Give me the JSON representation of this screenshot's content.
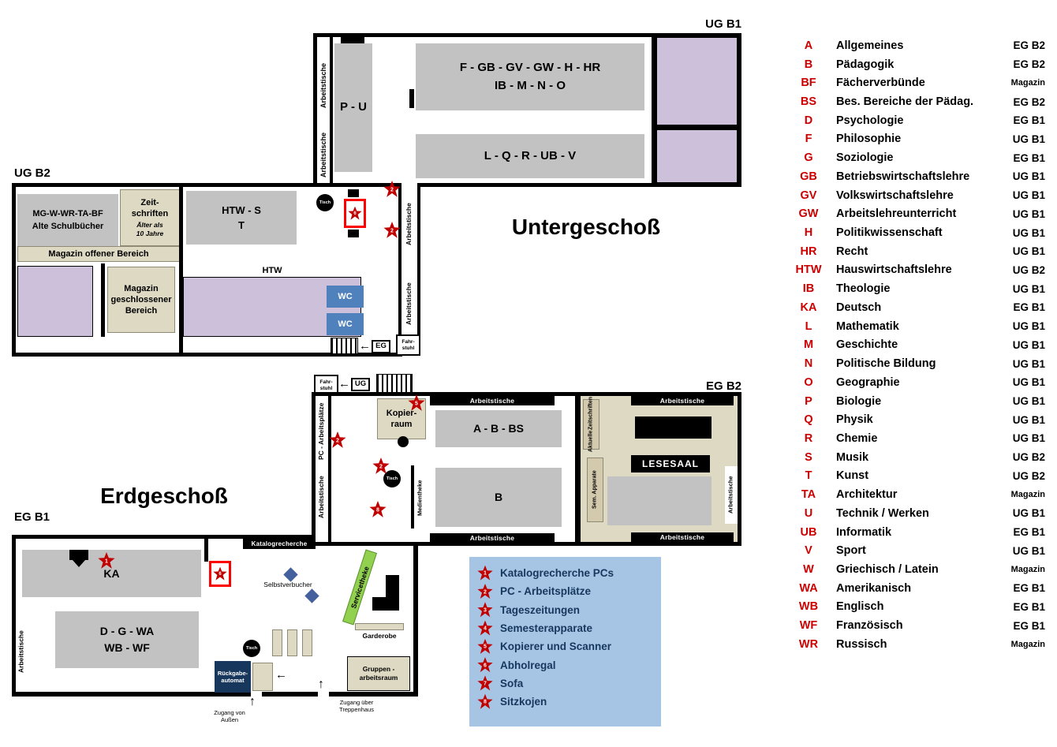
{
  "colors": {
    "shelf_gray": "#c2c2c2",
    "magazin_purple": "#ccc0da",
    "tan": "#ddd9c3",
    "wc_blue": "#4f81bd",
    "legend_blue": "#a6c4e4",
    "navy": "#17375d",
    "service_green": "#92d050",
    "star_red": "#c00000",
    "abholregal_border": "#ff0000"
  },
  "titles": {
    "untergeschoss": "Untergeschoß",
    "erdgeschoss": "Erdgeschoß"
  },
  "floor_labels": {
    "ug_b1": "UG B1",
    "ug_b2": "UG B2",
    "eg_b2": "EG B2",
    "eg_b1": "EG B1"
  },
  "common": {
    "arbeitstische": "Arbeitstische",
    "tisch": "Tisch",
    "fahrstuhl": "Fahr-stuhl",
    "wc": "WC"
  },
  "icons": {
    "arrow_left": "←",
    "arrow_up": "↑"
  },
  "ug_b1": {
    "pu": "P - U",
    "shelf_top_line1": "F - GB - GV - GW - H - HR",
    "shelf_top_line2": "IB - M - N - O",
    "shelf_bottom": "L - Q - R - UB - V"
  },
  "ug_b2": {
    "alte_line1": "MG-W-WR-TA-BF",
    "alte_line2": "Alte Schulbücher",
    "zeitschriften_line1": "Zeit-",
    "zeitschriften_line2": "schriften",
    "zeitschriften_note1": "Älter als",
    "zeitschriften_note2": "10 Jahre",
    "magazin_offen": "Magazin offener Bereich",
    "magazin_geschlossen_line1": "Magazin",
    "magazin_geschlossen_line2": "geschlossener",
    "magazin_geschlossen_line3": "Bereich",
    "htw_s_line1": "HTW - S",
    "htw_s_line2": "T",
    "htw": "HTW",
    "eg_exit": "EG"
  },
  "eg_b2": {
    "ug_exit": "UG",
    "kopierraum_line1": "Kopier-",
    "kopierraum_line2": "raum",
    "shelf_abbs": "A - B - BS",
    "shelf_b": "B",
    "pc_arbeitsplaetze": "PC - Arbeitsplätze",
    "medientheke": "Medientheke",
    "aktuelle_line1": "Aktuelle",
    "aktuelle_line2": "Zeitschriften",
    "lesesaal": "LESESAAL",
    "sem_apparate": "Sem. Apparate"
  },
  "eg_b1": {
    "katalogrecherche": "Katalogrecherche",
    "ka": "KA",
    "selbstverbucher": "Selbstverbucher",
    "servicetheke": "Servicetheke",
    "shelf_line1": "D - G - WA",
    "shelf_line2": "WB - WF",
    "garderobe": "Garderobe",
    "rueckgabe_line1": "Rückgabe-",
    "rueckgabe_line2": "automat",
    "gruppen_line1": "Gruppen -",
    "gruppen_line2": "arbeitsraum",
    "zugang_aussen_line1": "Zugang von",
    "zugang_aussen_line2": "Außen",
    "zugang_treppe_line1": "Zugang über",
    "zugang_treppe_line2": "Treppenhaus"
  },
  "stars": {
    "ug_corridor_top": "2",
    "ug_corridor_bottom": "2",
    "ug_b2_abholregal": "6",
    "eg_b2_left": "2",
    "eg_b2_mid": "2",
    "eg_b2_seats": "8",
    "eg_b2_kopierer": "5",
    "eg_b1_katalog": "1",
    "eg_b1_abholregal": "6"
  },
  "legend": {
    "items": [
      {
        "num": "1",
        "label": "Katalogrecherche PCs"
      },
      {
        "num": "2",
        "label": "PC - Arbeitsplätze"
      },
      {
        "num": "3",
        "label": "Tageszeitungen"
      },
      {
        "num": "4",
        "label": "Semesterapparate"
      },
      {
        "num": "5",
        "label": "Kopierer und Scanner"
      },
      {
        "num": "6",
        "label": "Abholregal"
      },
      {
        "num": "7",
        "label": "Sofa"
      },
      {
        "num": "8",
        "label": "Sitzkojen"
      }
    ]
  },
  "index": {
    "rows": [
      {
        "code": "A",
        "name": "Allgemeines",
        "loc": "EG B2"
      },
      {
        "code": "B",
        "name": "Pädagogik",
        "loc": "EG B2"
      },
      {
        "code": "BF",
        "name": "Fächerverbünde",
        "loc": "Magazin"
      },
      {
        "code": "BS",
        "name": "Bes. Bereiche der Pädag.",
        "loc": "EG B2"
      },
      {
        "code": "D",
        "name": "Psychologie",
        "loc": "EG B1"
      },
      {
        "code": "F",
        "name": "Philosophie",
        "loc": "UG B1"
      },
      {
        "code": "G",
        "name": "Soziologie",
        "loc": "EG B1"
      },
      {
        "code": "GB",
        "name": "Betriebswirtschaftslehre",
        "loc": "UG B1"
      },
      {
        "code": "GV",
        "name": "Volkswirtschaftslehre",
        "loc": "UG B1"
      },
      {
        "code": "GW",
        "name": "Arbeitslehreunterricht",
        "loc": "UG B1"
      },
      {
        "code": "H",
        "name": "Politikwissenschaft",
        "loc": "UG B1"
      },
      {
        "code": "HR",
        "name": "Recht",
        "loc": "UG B1"
      },
      {
        "code": "HTW",
        "name": "Hauswirtschaftslehre",
        "loc": "UG B2"
      },
      {
        "code": "IB",
        "name": "Theologie",
        "loc": "UG B1"
      },
      {
        "code": "KA",
        "name": "Deutsch",
        "loc": "EG B1"
      },
      {
        "code": "L",
        "name": "Mathematik",
        "loc": "UG B1"
      },
      {
        "code": "M",
        "name": "Geschichte",
        "loc": "UG B1"
      },
      {
        "code": "N",
        "name": "Politische Bildung",
        "loc": "UG B1"
      },
      {
        "code": "O",
        "name": "Geographie",
        "loc": "UG B1"
      },
      {
        "code": "P",
        "name": "Biologie",
        "loc": "UG B1"
      },
      {
        "code": "Q",
        "name": "Physik",
        "loc": "UG B1"
      },
      {
        "code": "R",
        "name": "Chemie",
        "loc": "UG B1"
      },
      {
        "code": "S",
        "name": "Musik",
        "loc": "UG B2"
      },
      {
        "code": "T",
        "name": "Kunst",
        "loc": "UG B2"
      },
      {
        "code": "TA",
        "name": "Architektur",
        "loc": "Magazin"
      },
      {
        "code": "U",
        "name": "Technik / Werken",
        "loc": "UG B1"
      },
      {
        "code": "UB",
        "name": "Informatik",
        "loc": "EG B1"
      },
      {
        "code": "V",
        "name": "Sport",
        "loc": "UG B1"
      },
      {
        "code": "W",
        "name": "Griechisch / Latein",
        "loc": "Magazin"
      },
      {
        "code": "WA",
        "name": "Amerikanisch",
        "loc": "EG B1"
      },
      {
        "code": "WB",
        "name": "Englisch",
        "loc": "EG B1"
      },
      {
        "code": "WF",
        "name": "Französisch",
        "loc": "EG B1"
      },
      {
        "code": "WR",
        "name": "Russisch",
        "loc": "Magazin"
      }
    ]
  }
}
